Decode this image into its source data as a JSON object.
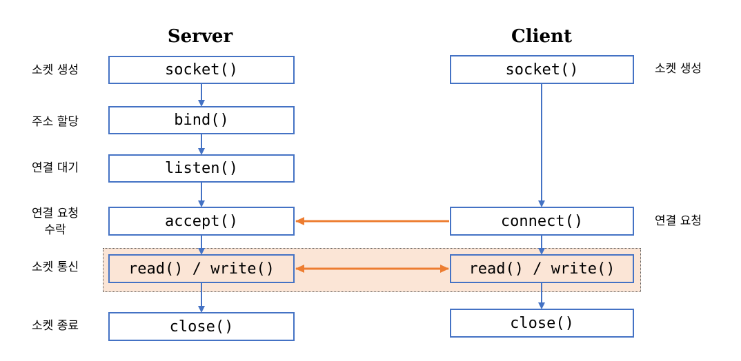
{
  "server": {
    "heading": "Server",
    "boxes": {
      "socket": "socket()",
      "bind": "bind()",
      "listen": "listen()",
      "accept": "accept()",
      "readwrite": "read() / write()",
      "close": "close()"
    },
    "labels": {
      "socket": "소켓 생성",
      "bind": "주소 할당",
      "listen": "연결 대기",
      "accept_line1": "연결 요청",
      "accept_line2": "수락",
      "readwrite": "소켓 통신",
      "close": "소켓 종료"
    }
  },
  "client": {
    "heading": "Client",
    "boxes": {
      "socket": "socket()",
      "connect": "connect()",
      "readwrite": "read() / write()",
      "close": "close()"
    },
    "labels": {
      "socket": "소켓 생성",
      "connect": "연결 요청"
    }
  },
  "colors": {
    "box_border": "#4472c4",
    "flow_arrow": "#4472c4",
    "connection_arrow": "#ed7d31",
    "communication_fill": "#fbe5d6"
  }
}
